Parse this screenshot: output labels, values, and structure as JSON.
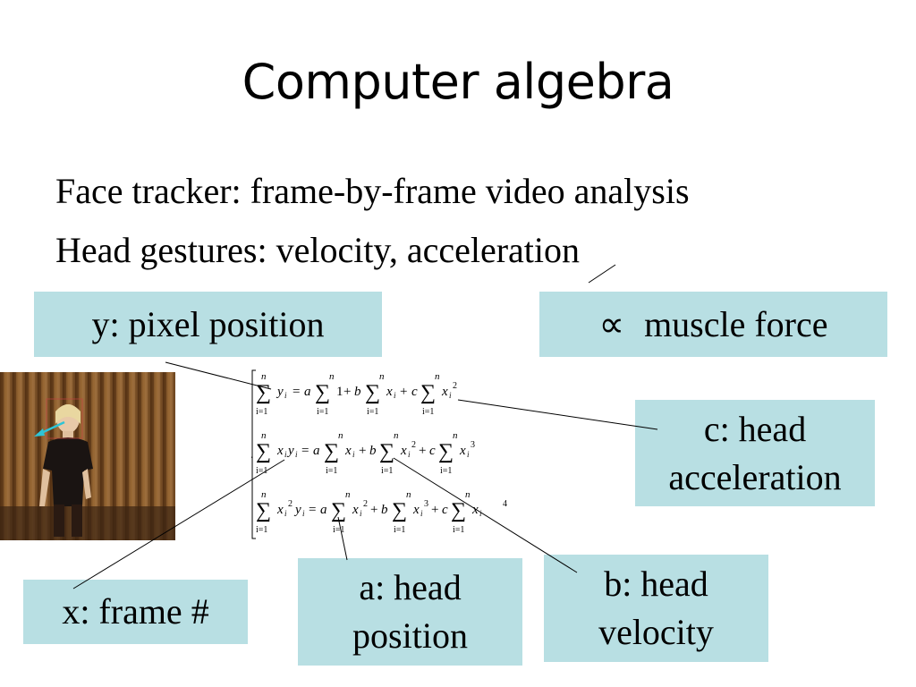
{
  "slide": {
    "title": "Computer algebra",
    "bullets": [
      "Face tracker: frame-by-frame video analysis",
      "Head gestures: velocity, acceleration"
    ]
  },
  "callouts": {
    "y": "y: pixel position",
    "muscle_symbol": "∝",
    "muscle_text": "muscle force",
    "c_line1": "c: head",
    "c_line2": "acceleration",
    "x": "x: frame #",
    "a_line1": "a: head",
    "a_line2": "position",
    "b_line1": "b: head",
    "b_line2": "velocity"
  },
  "equations": {
    "row1": {
      "lhs": "y",
      "a_term": "1",
      "b_term": "x",
      "c_term": "x",
      "c_exp": "2"
    },
    "row2": {
      "lhs": "x",
      "lhs2": "y",
      "a_term": "x",
      "b_term": "x",
      "b_exp": "2",
      "c_term": "x",
      "c_exp": "3"
    },
    "row3": {
      "lhs": "x",
      "lhs_exp": "2",
      "lhs2": "y",
      "a_term": "x",
      "a_exp": "2",
      "b_term": "x",
      "b_exp": "3",
      "c_term": "x",
      "c_exp": "4"
    },
    "sum_upper": "n",
    "sum_lower": "i=1",
    "coef_a": "a",
    "coef_b": "b",
    "coef_c": "c",
    "index": "i"
  },
  "colors": {
    "callout_bg": "#b8dfe3",
    "curtain": "#8a5a2a",
    "arrow": "#2ec4d6"
  }
}
